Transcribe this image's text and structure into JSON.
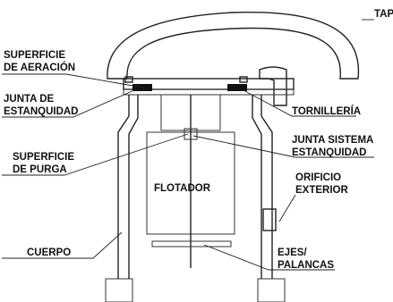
{
  "labels": {
    "tapa": "TAPA",
    "superficie_aeracion_1": "SUPERFICIE",
    "superficie_aeracion_2": "DE AERACIÓN",
    "junta_estanquidad_1": "JUNTA DE",
    "junta_estanquidad_2": "ESTANQUIDAD",
    "tornilleria": "TORNILLERÍA",
    "junta_sistema_1": "JUNTA SISTEMA",
    "junta_sistema_2": "ESTANQUIDAD",
    "superficie_purga_1": "SUPERFICIE",
    "superficie_purga_2": "DE PURGA",
    "flotador": "FLOTADOR",
    "orificio_1": "ORIFICIO",
    "orificio_2": "EXTERIOR",
    "cuerpo": "CUERPO",
    "ejes_1": "EJES/",
    "ejes_2": "PALANCAS"
  }
}
